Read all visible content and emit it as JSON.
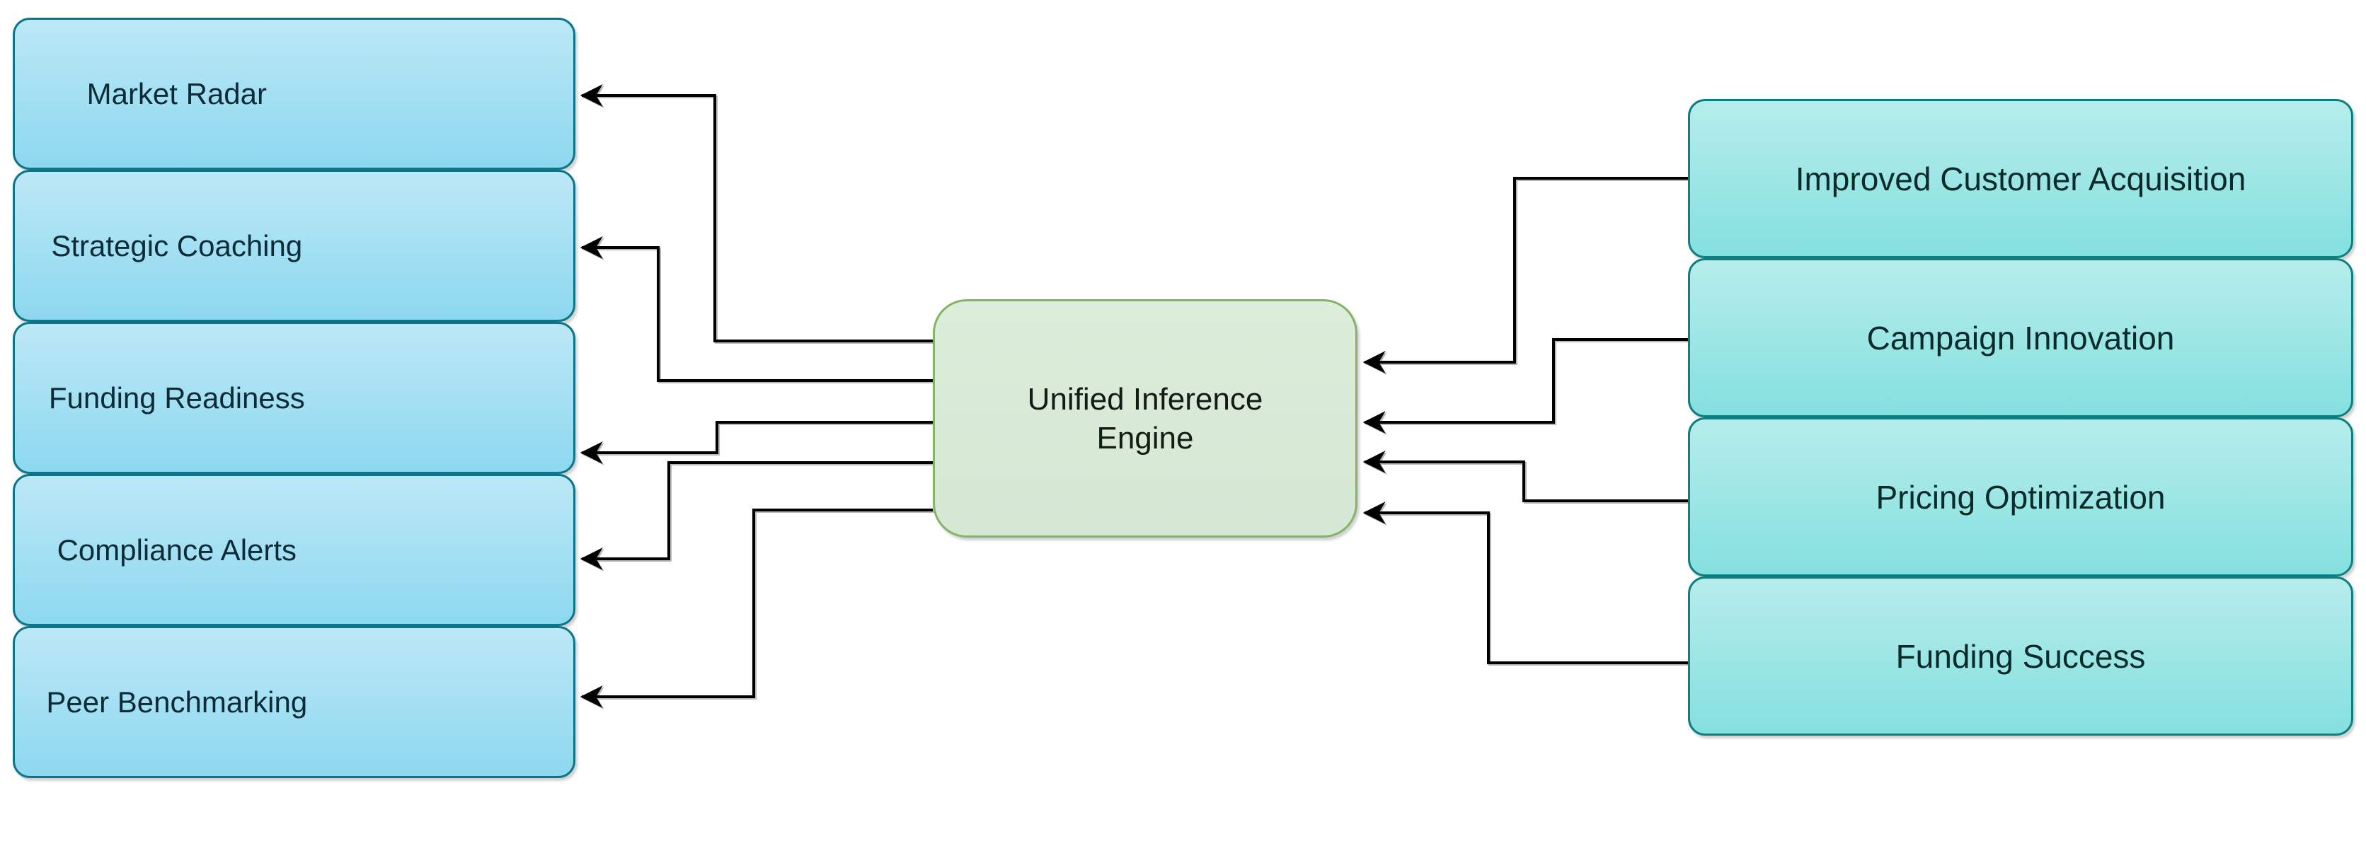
{
  "diagram_title": "",
  "colors": {
    "left_node_fill_top": "#bce8f7",
    "left_node_fill_bottom": "#8dd8ef",
    "left_node_border": "#0b7689",
    "left_node_text": "#0d2b36",
    "right_node_fill_top": "#b6edec",
    "right_node_fill_bottom": "#84e0df",
    "right_node_border": "#0c7f80",
    "right_node_text": "#0b2b2b",
    "center_node_fill": "#d5e8d4",
    "center_node_border": "#82b366",
    "center_node_text": "#141a14",
    "edge_color": "#000000",
    "page_bg": "#ffffff"
  },
  "nodes": {
    "center": {
      "label": "Unified Inference Engine"
    },
    "left": [
      {
        "label": "Market Radar"
      },
      {
        "label": "Strategic Coaching"
      },
      {
        "label": "Funding Readiness"
      },
      {
        "label": "Compliance Alerts"
      },
      {
        "label": "Peer Benchmarking"
      }
    ],
    "right": [
      {
        "label": "Improved Customer Acquisition"
      },
      {
        "label": "Campaign Innovation"
      },
      {
        "label": "Pricing Optimization"
      },
      {
        "label": "Funding Success"
      }
    ]
  },
  "edges": [
    {
      "from": "Unified Inference Engine",
      "to": "Market Radar",
      "arrow": "into-target"
    },
    {
      "from": "Unified Inference Engine",
      "to": "Strategic Coaching",
      "arrow": "into-target"
    },
    {
      "from": "Unified Inference Engine",
      "to": "Funding Readiness",
      "arrow": "into-target"
    },
    {
      "from": "Unified Inference Engine",
      "to": "Compliance Alerts",
      "arrow": "into-target"
    },
    {
      "from": "Unified Inference Engine",
      "to": "Peer Benchmarking",
      "arrow": "into-target"
    },
    {
      "from": "Improved Customer Acquisition",
      "to": "Unified Inference Engine",
      "arrow": "into-target"
    },
    {
      "from": "Campaign Innovation",
      "to": "Unified Inference Engine",
      "arrow": "into-target"
    },
    {
      "from": "Pricing Optimization",
      "to": "Unified Inference Engine",
      "arrow": "into-target"
    },
    {
      "from": "Funding Success",
      "to": "Unified Inference Engine",
      "arrow": "into-target"
    }
  ]
}
